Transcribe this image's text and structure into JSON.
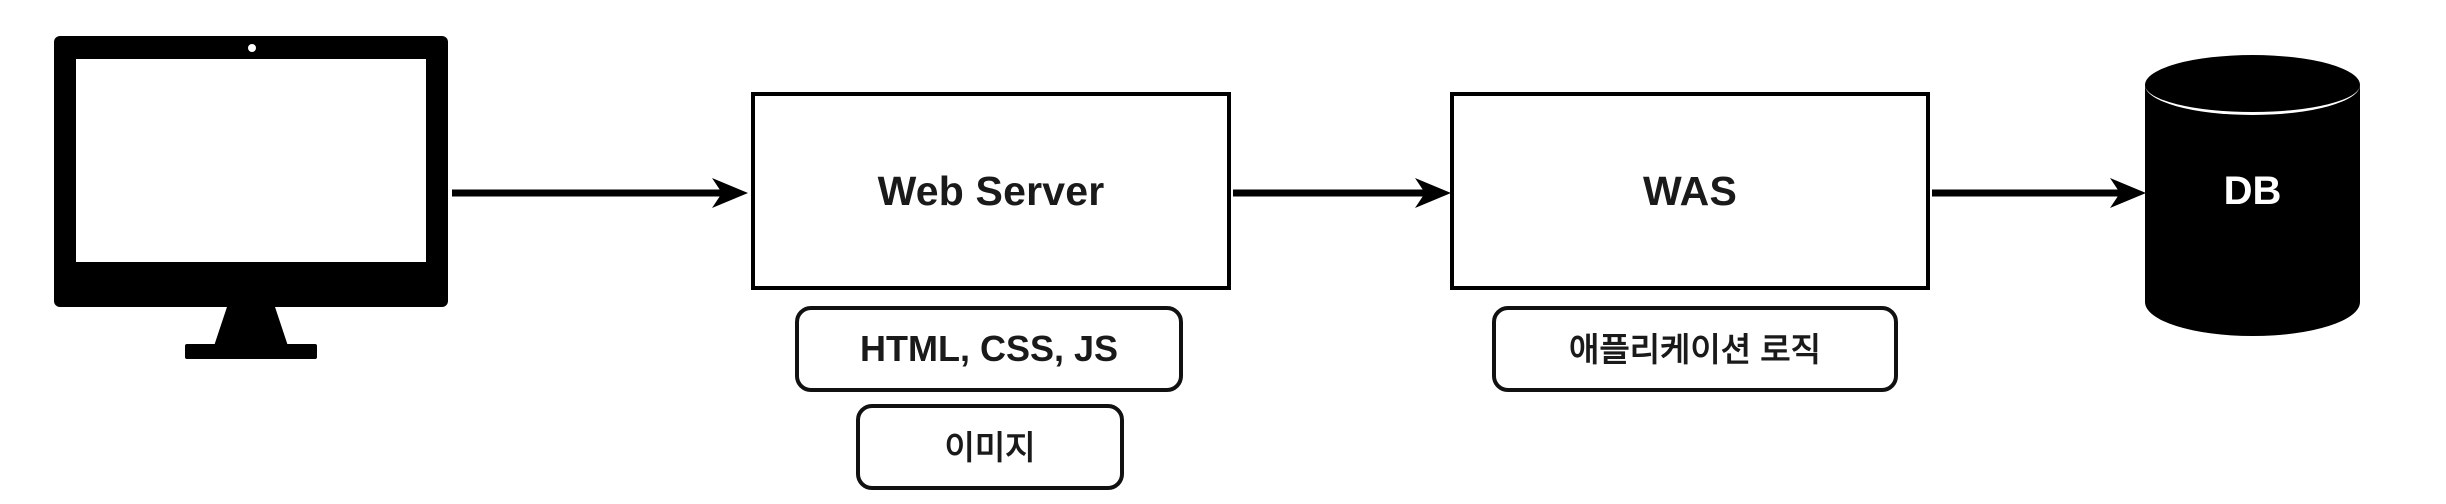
{
  "diagram": {
    "title": "Web Server / WAS / DB request flow",
    "background_color": "#ffffff",
    "stroke_color": "#000000",
    "text_color": "#1a1a1a",
    "nodes": [
      {
        "id": "client",
        "type": "monitor-icon",
        "label": "",
        "icon": "desktop-monitor-icon"
      },
      {
        "id": "web-server",
        "type": "rectangle",
        "label": "Web Server"
      },
      {
        "id": "was",
        "type": "rectangle",
        "label": "WAS"
      },
      {
        "id": "db",
        "type": "cylinder",
        "label": "DB",
        "fill": "#000000",
        "label_color": "#ffffff"
      }
    ],
    "tags": [
      {
        "id": "web-server-tag-1",
        "attached_to": "web-server",
        "label": "HTML, CSS, JS"
      },
      {
        "id": "web-server-tag-2",
        "attached_to": "web-server",
        "label": "이미지"
      },
      {
        "id": "was-tag-1",
        "attached_to": "was",
        "label": "애플리케이션 로직"
      }
    ],
    "arrows": [
      {
        "id": "arrow-client-to-web-server",
        "from": "client",
        "to": "web-server",
        "direction": "right"
      },
      {
        "id": "arrow-web-server-to-was",
        "from": "web-server",
        "to": "was",
        "direction": "right"
      },
      {
        "id": "arrow-was-to-db",
        "from": "was",
        "to": "db",
        "direction": "right"
      }
    ]
  }
}
